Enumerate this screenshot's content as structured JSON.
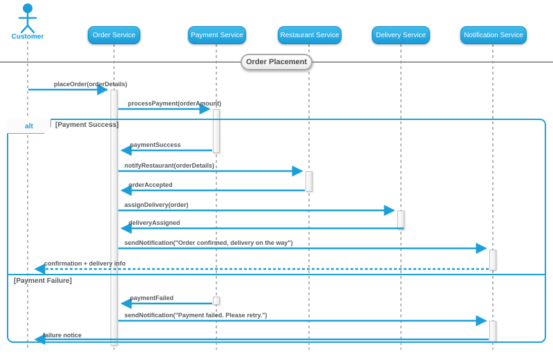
{
  "diagram": {
    "kind": "uml-sequence-diagram",
    "section_title": "Order Placement",
    "colors": {
      "accent_blue": "#1b9fd9",
      "participant_box_top": "#41bdec",
      "participant_box_bottom": "#189bd8",
      "lifeline_gray": "#b5b5b5",
      "label_gray": "#54585c"
    },
    "actor": {
      "name": "Customer"
    },
    "participants": [
      {
        "label": "Order Service"
      },
      {
        "label": "Payment Service"
      },
      {
        "label": "Restaurant Service"
      },
      {
        "label": "Delivery Service"
      },
      {
        "label": "Notification Service"
      }
    ],
    "frame": {
      "operator": "alt",
      "conditions": [
        "[Payment Success]",
        "[Payment Failure]"
      ]
    },
    "messages": [
      {
        "label": "placeOrder(orderDetails)",
        "from": "Customer",
        "to": "Order Service",
        "line": "solid"
      },
      {
        "label": "processPayment(orderAmount)",
        "from": "Order Service",
        "to": "Payment Service",
        "line": "solid"
      },
      {
        "label": "paymentSuccess",
        "from": "Payment Service",
        "to": "Order Service",
        "line": "solid"
      },
      {
        "label": "notifyRestaurant(orderDetails)",
        "from": "Order Service",
        "to": "Restaurant Service",
        "line": "solid"
      },
      {
        "label": "orderAccepted",
        "from": "Restaurant Service",
        "to": "Order Service",
        "line": "solid"
      },
      {
        "label": "assignDelivery(order)",
        "from": "Order Service",
        "to": "Delivery Service",
        "line": "solid"
      },
      {
        "label": "deliveryAssigned",
        "from": "Delivery Service",
        "to": "Order Service",
        "line": "solid"
      },
      {
        "label": "sendNotification(\"Order confirmed, delivery on the way\")",
        "from": "Order Service",
        "to": "Notification Service",
        "line": "solid"
      },
      {
        "label": "confirmation + delivery info",
        "from": "Notification Service",
        "to": "Customer",
        "line": "dashed"
      },
      {
        "label": "paymentFailed",
        "from": "Payment Service",
        "to": "Order Service",
        "line": "solid"
      },
      {
        "label": "sendNotification(\"Payment failed. Please retry.\")",
        "from": "Order Service",
        "to": "Notification Service",
        "line": "solid"
      },
      {
        "label": "failure notice",
        "from": "Notification Service",
        "to": "Customer",
        "line": "solid"
      }
    ]
  }
}
